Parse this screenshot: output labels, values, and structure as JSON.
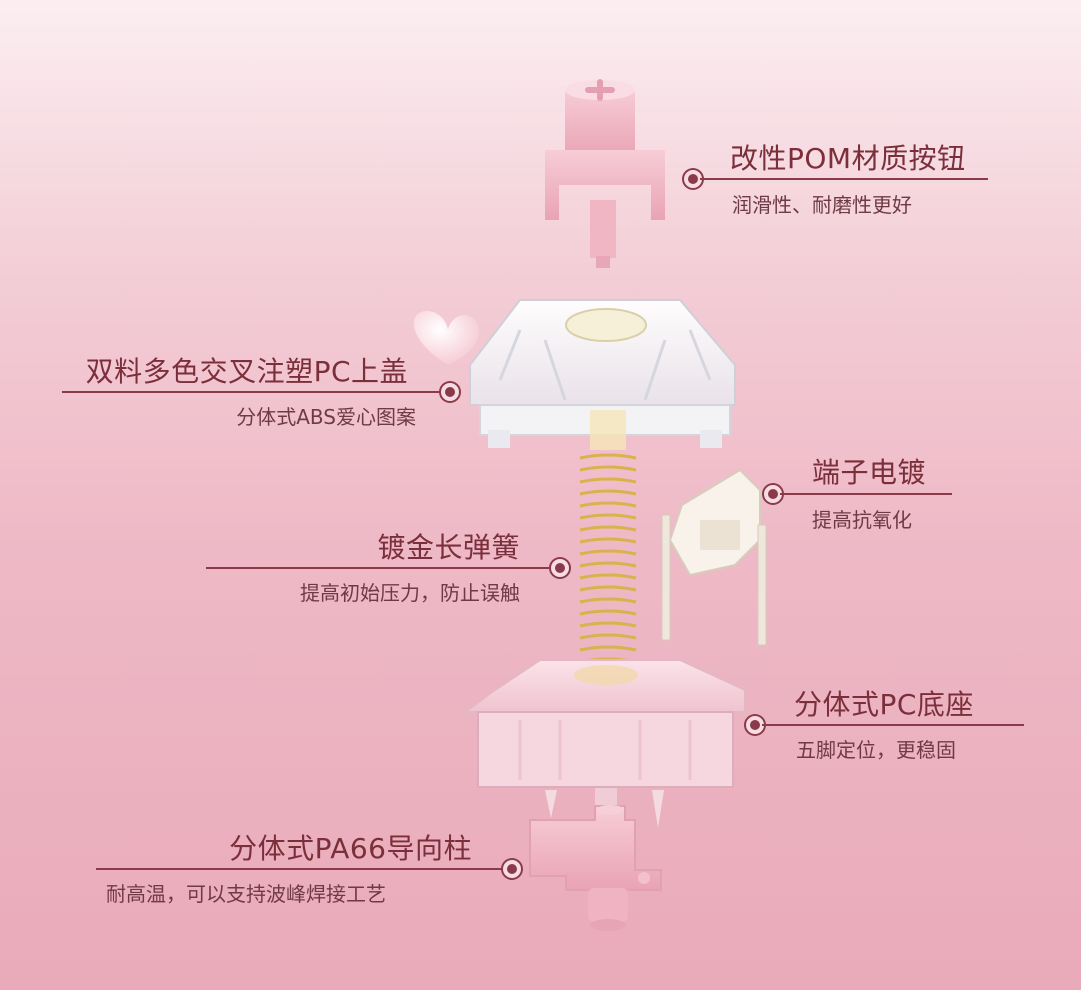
{
  "parts": [
    {
      "id": "stem",
      "title": "改性POM材质按钮",
      "sub": "润滑性、耐磨性更好"
    },
    {
      "id": "top",
      "title": "双料多色交叉注塑PC上盖",
      "sub": "分体式ABS爱心图案"
    },
    {
      "id": "terminal",
      "title": "端子电镀",
      "sub": "提高抗氧化"
    },
    {
      "id": "spring",
      "title": "镀金长弹簧",
      "sub": "提高初始压力，防止误触"
    },
    {
      "id": "bottom",
      "title": "分体式PC底座",
      "sub": "五脚定位，更稳固"
    },
    {
      "id": "pa66",
      "title": "分体式PA66导向柱",
      "sub": "耐高温，可以支持波峰焊接工艺"
    }
  ],
  "colors": {
    "accent": "#8a3a48",
    "text": "#7b2f3a",
    "stem_pink": "#f2b9c7",
    "spring_gold": "#d9b24c"
  }
}
